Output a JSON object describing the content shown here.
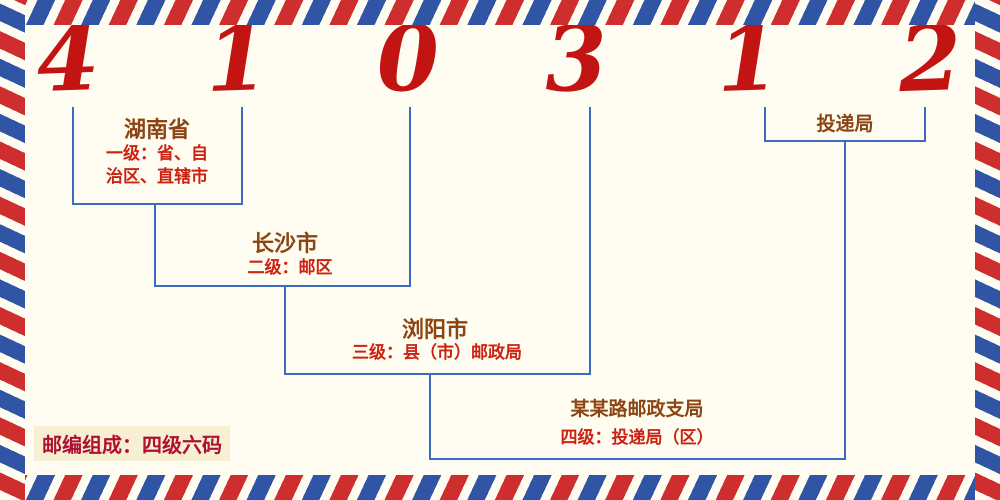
{
  "postal_code": {
    "digits": [
      "4",
      "1",
      "0",
      "3",
      "1",
      "2"
    ]
  },
  "levels": {
    "level1": {
      "name": "湖南省",
      "desc": "一级：省、自\n治区、直辖市"
    },
    "level2": {
      "name": "长沙市",
      "desc": "二级：邮区"
    },
    "level3": {
      "name": "浏阳市",
      "desc": "三级：县（市）邮政局"
    },
    "level4": {
      "name": "某某路邮政支局",
      "desc": "四级：投递局（区）"
    },
    "delivery": {
      "name": "投递局"
    }
  },
  "footer": {
    "note": "邮编组成：四级六码"
  },
  "colors": {
    "digit_red": "#c31414",
    "connector_blue": "#3b6cc0",
    "label_brown": "#8b4513",
    "desc_red": "#cc2211",
    "border_red": "#cf2e2e",
    "border_blue": "#2f55a4",
    "background": "#fffdf2"
  }
}
